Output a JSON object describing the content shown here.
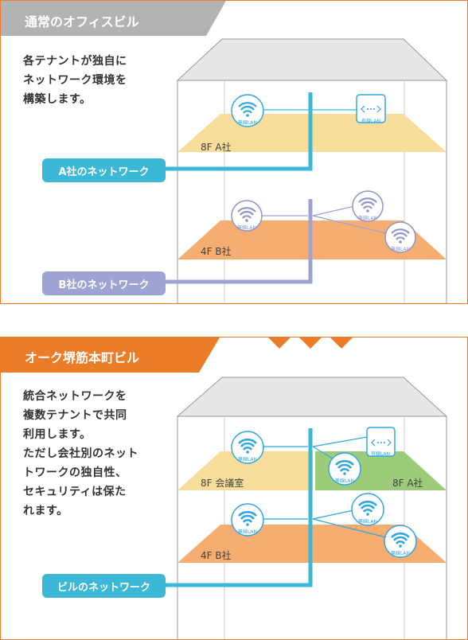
{
  "colors": {
    "orange": "#ec7d28",
    "gray_tag": "#b3b3b3",
    "wifi_blue": "#2ea7e0",
    "network_cyan": "#3bb8d7",
    "network_purple": "#9ea3d2",
    "wifi_purple": "#8f95cb",
    "floor_yellow": "#f8de9a",
    "floor_orange": "#f5ad72",
    "floor_green": "#9ccb7a"
  },
  "panels": [
    {
      "tag": "通常のオフィスビル",
      "description": [
        "各テナントが独自に",
        "ネットワーク環境を",
        "構築します。"
      ],
      "floors": [
        {
          "label": "8F  A社"
        },
        {
          "label": "4F  B社"
        }
      ],
      "network_buttons": [
        {
          "label": "A社のネットワーク"
        },
        {
          "label": "B社のネットワーク"
        }
      ],
      "wifi_label": "無線LAN",
      "wired_label": "有線LAN"
    },
    {
      "tag": "オーク堺筋本町ビル",
      "description": [
        "統合ネットワークを",
        "複数テナントで共同",
        "利用します。",
        "ただし会社別のネット",
        "トワークの独自性、",
        "セキュリティは保た",
        "れます。"
      ],
      "floors": [
        {
          "label": "8F  会議室"
        },
        {
          "label": "8F  A社"
        },
        {
          "label": "4F  B社"
        }
      ],
      "network_buttons": [
        {
          "label": "ビルのネットワーク"
        }
      ],
      "wifi_label": "無線LAN",
      "wired_label": "有線LAN"
    }
  ]
}
